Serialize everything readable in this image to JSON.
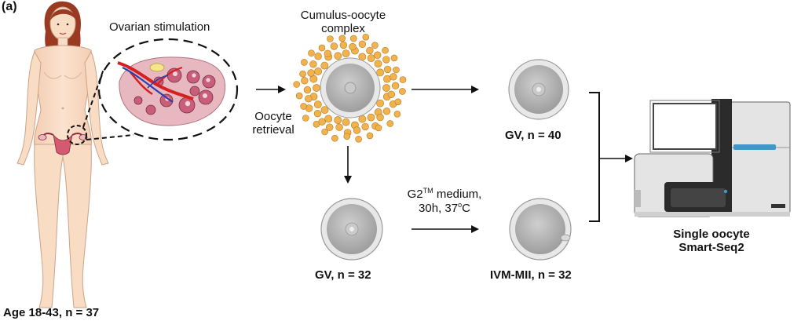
{
  "panel_label": "(a)",
  "labels": {
    "ovarian_stimulation": "Ovarian stimulation",
    "coc_line1": "Cumulus-oocyte",
    "coc_line2": "complex",
    "retrieval_line1": "Oocyte",
    "retrieval_line2": "retrieval",
    "medium_prefix": "G2",
    "medium_tm": "TM",
    "medium_suffix": " medium,",
    "conditions_prefix": "30h, 37",
    "conditions_degree": "o",
    "conditions_suffix": "C",
    "gv_top": "GV, n = 40",
    "gv_bottom": "GV, n = 32",
    "ivm": "IVM-MII, n = 32",
    "seq_line1": "Single oocyte",
    "seq_line2": "Smart-Seq2",
    "age": "Age 18-43, n = 37"
  },
  "colors": {
    "skin": "#f8dcc4",
    "skin_outline": "#c9a48a",
    "hair": "#9a3a22",
    "ovary": "#e7b8bf",
    "follicle": "#c85e7a",
    "vessel_red": "#d42020",
    "vessel_blue": "#2a3fb0",
    "cumulus": "#f2b24d",
    "oocyte_gray": "#b9b9b9",
    "machine_light": "#e4e4e4",
    "machine_dark": "#2b2b2b",
    "machine_blue": "#3f98c8"
  }
}
